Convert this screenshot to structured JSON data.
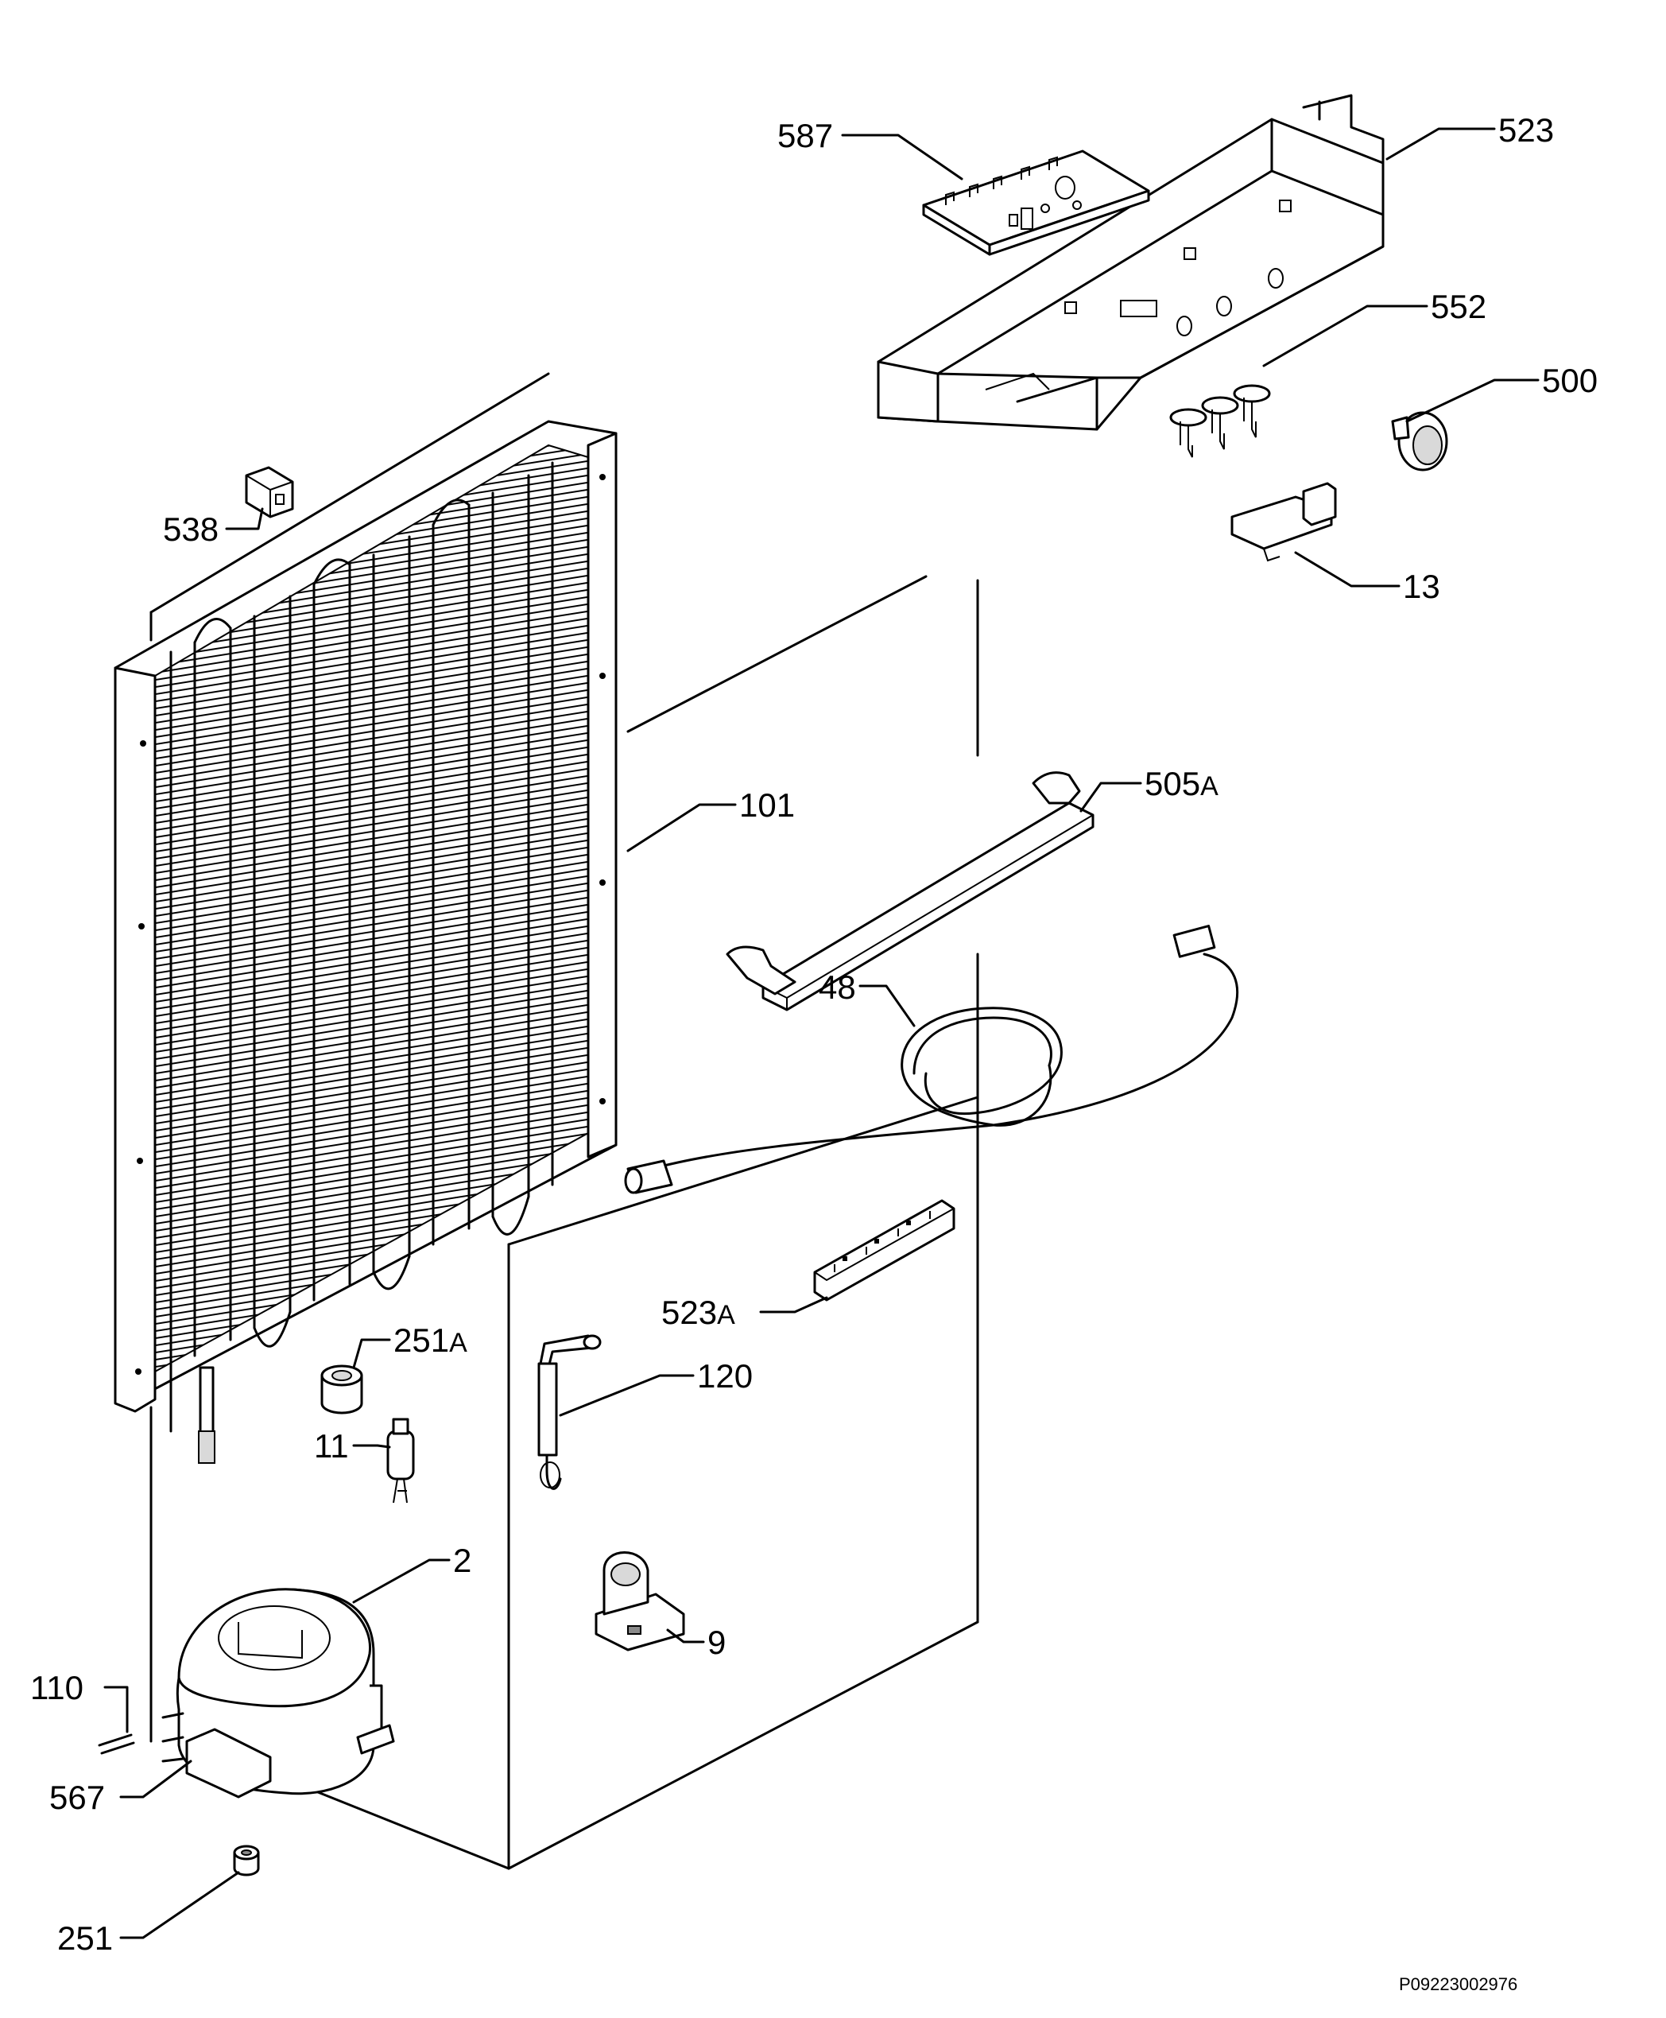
{
  "labels": {
    "l587": "587",
    "l523": "523",
    "l552": "552",
    "l500": "500",
    "l538": "538",
    "l13": "13",
    "l101": "101",
    "l505": "505",
    "l505_suffix": "A",
    "l48": "48",
    "l523a": "523",
    "l523a_suffix": "A",
    "l251a": "251",
    "l251a_suffix": "A",
    "l120": "120",
    "l11": "11",
    "l2": "2",
    "l9": "9",
    "l110": "110",
    "l567": "567",
    "l251": "251"
  },
  "document_code": "P09223002976"
}
